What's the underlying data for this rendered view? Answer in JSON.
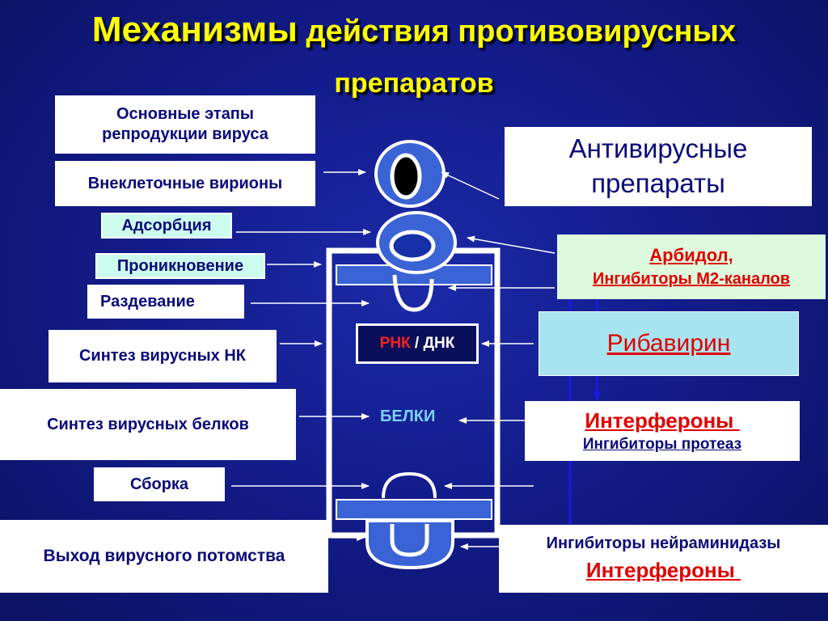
{
  "title": {
    "word1": "Механизмы",
    "rest_line1": " действия противовирусных",
    "line2": "препаратов"
  },
  "left_stages": {
    "header": "Основные этапы репродукции вируса",
    "extracellular": "Внеклеточные вирионы",
    "adsorption": "Адсорбция",
    "penetration": "Проникновение",
    "uncoating": "Раздевание",
    "nucleic_synthesis": "Синтез вирусных НК",
    "protein_synthesis": "Синтез вирусных белков",
    "assembly": "Сборка",
    "release": "Выход вирусного потомства"
  },
  "cell": {
    "rna": "РНК",
    "separator": " / ",
    "dna": "ДНК",
    "proteins": "БЕЛКИ"
  },
  "right_drugs": {
    "header": "Антивирусные препараты",
    "arbidol": "Арбидол,",
    "m2_inhibitors": "Ингибиторы М2-каналов",
    "ribavirin": "Рибавирин",
    "interferons_1": "Интерфероны ",
    "protease_inhibitors": "Ингибиторы протеаз",
    "neuraminidase_inhibitors": "Ингибиторы нейраминидазы",
    "interferons_2": "Интерфероны "
  },
  "colors": {
    "background": "#131c8c",
    "title": "#ffff00",
    "red_text": "#e00000",
    "blue_text": "#0a0a7a",
    "light_green": "#ddfadd",
    "light_cyan": "#a8e4f0",
    "light_mint": "#ccfcee",
    "membrane": "#3a63d6"
  }
}
